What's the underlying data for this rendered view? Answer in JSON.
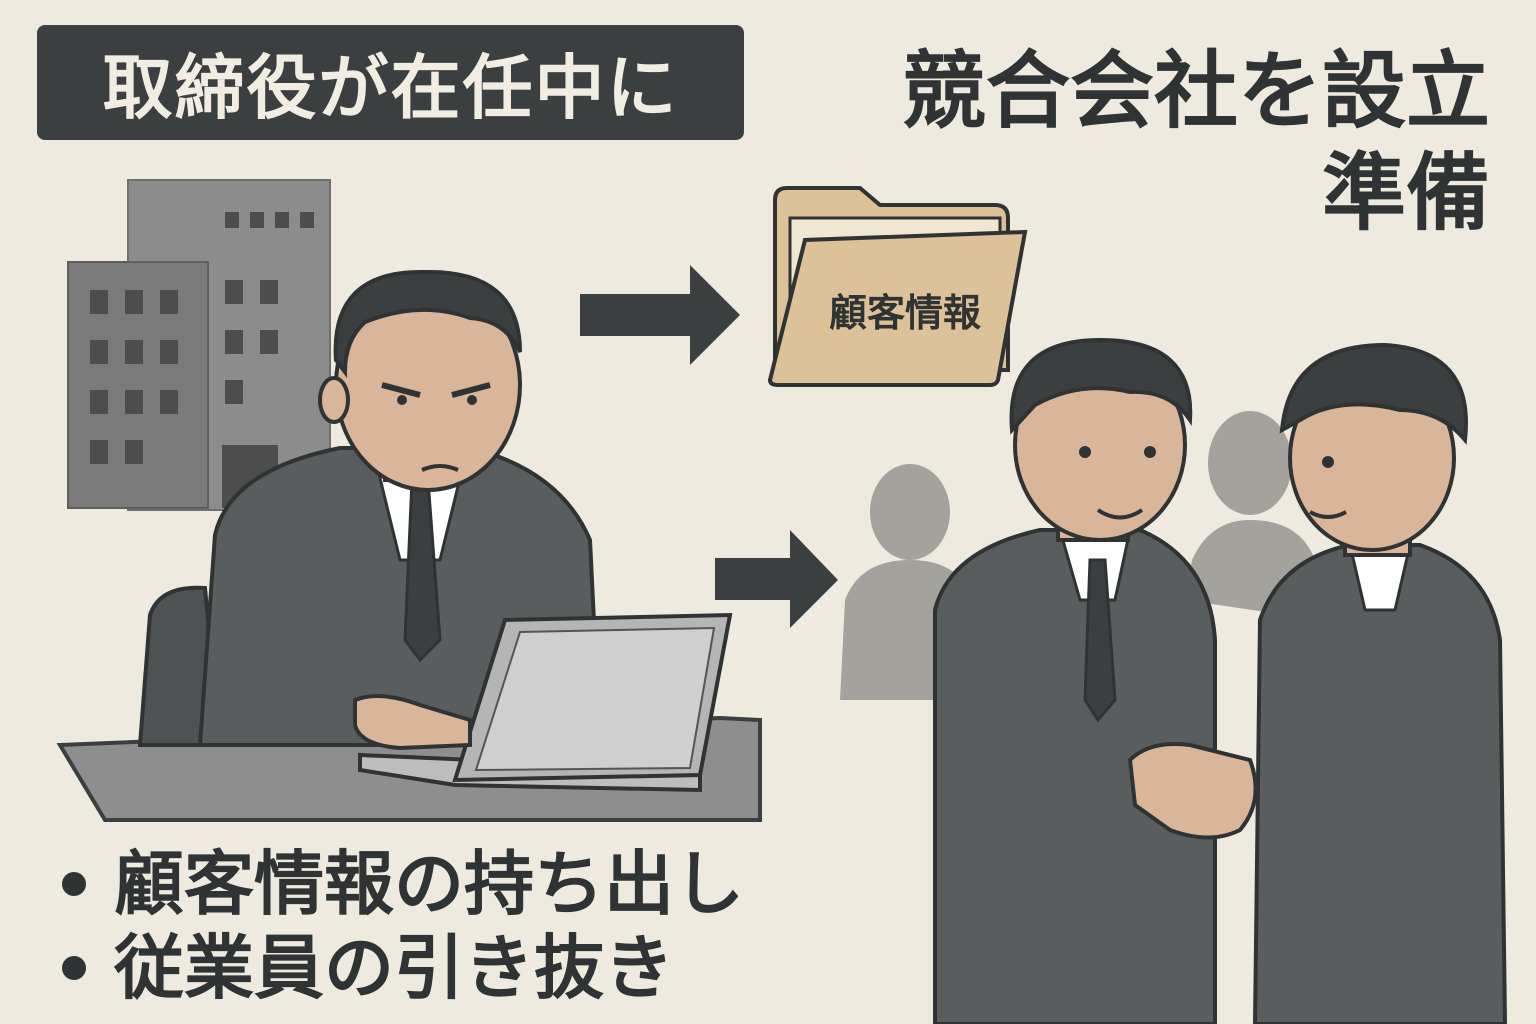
{
  "header": {
    "label": "取締役が在任中に",
    "headline_line1": "競合会社を設立",
    "headline_line2": "準備"
  },
  "folder": {
    "label": "顧客情報"
  },
  "bullets": [
    {
      "text": "顧客情報の持ち出し"
    },
    {
      "text": "従業員の引き抜き"
    }
  ],
  "colors": {
    "background": "#efeae0",
    "dark": "#3b3f3f",
    "suit": "#5a5d5d",
    "skin": "#d9b699",
    "folder": "#dcc199"
  },
  "icons": [
    "building-icon",
    "arrow-right-icon",
    "folder-icon",
    "laptop-icon",
    "handshake-icon"
  ]
}
